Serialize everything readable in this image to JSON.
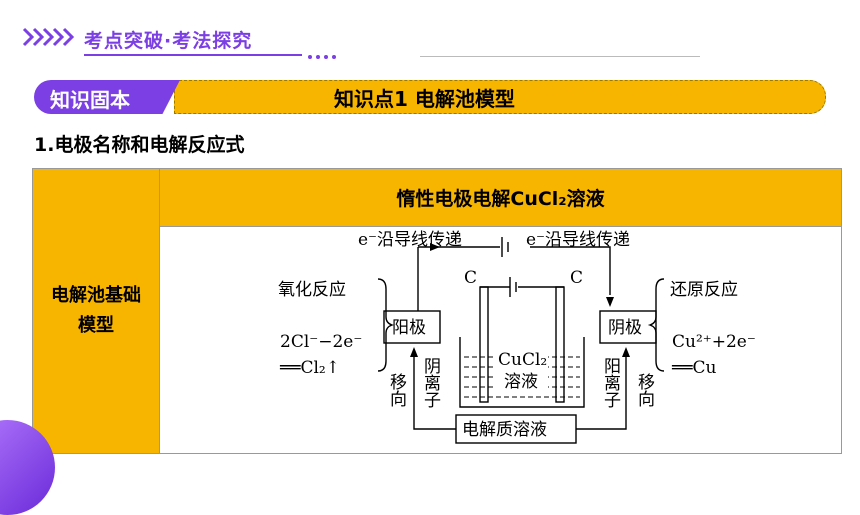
{
  "header": {
    "section_title": "考点突破·考法探究"
  },
  "banner": {
    "tag": "知识固本",
    "title": "知识点1  电解池模型"
  },
  "subheading": "1.电极名称和电解反应式",
  "table": {
    "left_label_line1": "电解池基础",
    "left_label_line2": "模型",
    "column_header": "惰性电极电解CuCl₂溶液"
  },
  "diagram": {
    "wire_left_label": "e⁻沿导线传递",
    "wire_right_label": "e⁻沿导线传递",
    "electrode_left_c": "C",
    "electrode_right_c": "C",
    "anode_label": "阳极",
    "cathode_label": "阴极",
    "oxidation_label": "氧化反应",
    "reduction_label": "还原反应",
    "anode_eq_line1": "2Cl⁻−2e⁻",
    "anode_eq_line2": "══Cl₂↑",
    "cathode_eq_line1": "Cu²⁺+2e⁻",
    "cathode_eq_line2": "══Cu",
    "solution_line1": "CuCl₂",
    "solution_line2": "溶液",
    "electrolyte_label": "电解质溶液",
    "left_move": "移向",
    "left_ion": "阴离子",
    "right_ion": "阳离子",
    "right_move": "移向"
  },
  "colors": {
    "purple": "#7b3fe4",
    "gold": "#f7b500"
  }
}
